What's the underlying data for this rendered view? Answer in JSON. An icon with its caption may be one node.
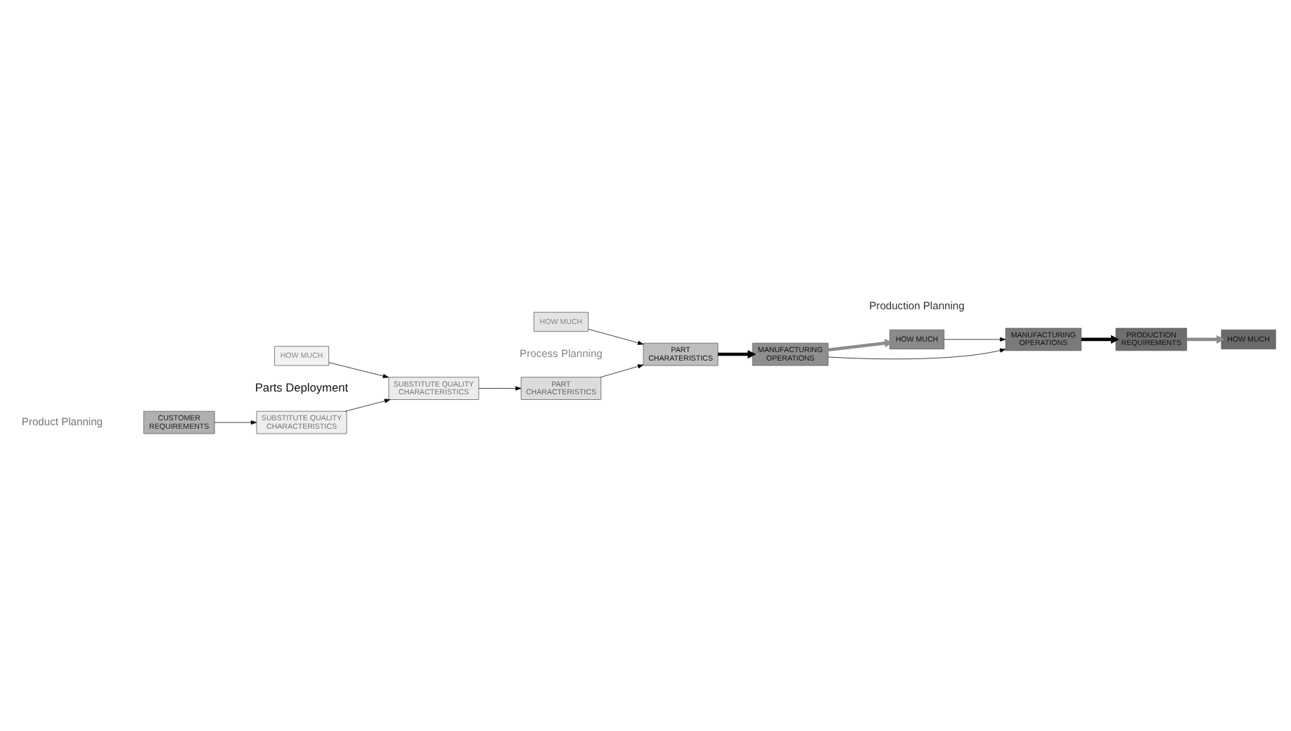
{
  "diagram": {
    "nodes": [
      {
        "text": [
          "CUSTOMER",
          "REQUIREMENTS"
        ]
      },
      {
        "text": [
          "SUBSTITUTE QUALITY",
          "CHARACTERISTICS"
        ]
      },
      {
        "text": [
          "HOW MUCH"
        ]
      },
      {
        "text": [
          "SUBSTITUTE QUALITY",
          "CHARACTERISTICS"
        ]
      },
      {
        "text": [
          "PART",
          "CHARACTERISTICS"
        ]
      },
      {
        "text": [
          "HOW MUCH"
        ]
      },
      {
        "text": [
          "PART",
          "CHARATERISTICS"
        ]
      },
      {
        "text": [
          "MANUFACTURING",
          "OPERATIONS"
        ]
      },
      {
        "text": [
          "HOW MUCH"
        ]
      },
      {
        "text": [
          "MANUFACTURING",
          "OPERATIONS"
        ]
      },
      {
        "text": [
          "PRODUCTION",
          "REQUIREMENTS"
        ]
      },
      {
        "text": [
          "HOW MUCH"
        ]
      }
    ],
    "edges": [
      {
        "from": 0,
        "to": 1,
        "arrow": "to"
      },
      {
        "from": 1,
        "to": 3,
        "arrow": "to"
      },
      {
        "from": 2,
        "to": 3,
        "arrow": "to"
      },
      {
        "from": 3,
        "to": 4,
        "arrow": "to"
      },
      {
        "from": 4,
        "to": 6,
        "arrow": "to"
      },
      {
        "from": 5,
        "to": 6,
        "arrow": "to"
      },
      {
        "from": 6,
        "to": 7,
        "arrow": "to",
        "style": "thick"
      },
      {
        "from": 7,
        "to": 8,
        "arrow": "to",
        "style": "thick",
        "color": "#8c8c8c"
      },
      {
        "from": 7,
        "to": 9,
        "arrow": "to"
      },
      {
        "from": 8,
        "to": 9,
        "arrow": "to"
      },
      {
        "from": 9,
        "to": 10,
        "arrow": "to",
        "style": "thick"
      },
      {
        "from": 10,
        "to": 11,
        "arrow": "to",
        "style": "thick",
        "color": "#8c8c8c"
      }
    ],
    "labels": [
      "Product Planning",
      "Parts Deployment",
      "Process Planning",
      "Production Planning"
    ]
  }
}
